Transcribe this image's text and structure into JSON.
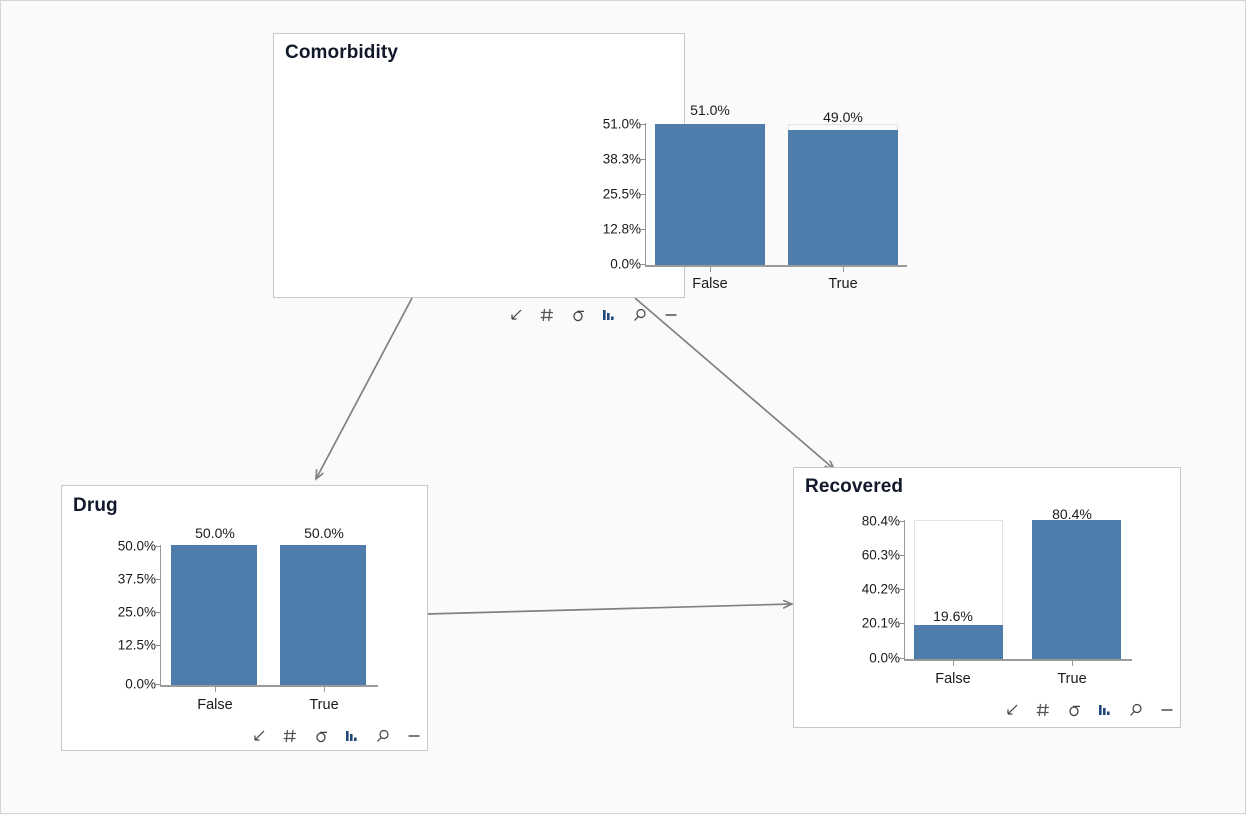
{
  "page": {
    "background": "#fafafa",
    "border_color": "#d4d4d4",
    "bar_color": "#4e7cab",
    "axis_color": "#9a9a9a",
    "edge_color": "#808080",
    "title_color": "#11192b"
  },
  "toolbar": {
    "buttons": [
      {
        "name": "collapse-icon",
        "label": "Collapse"
      },
      {
        "name": "grid-icon",
        "label": "Grid"
      },
      {
        "name": "sigma-icon",
        "label": "Sigma"
      },
      {
        "name": "bar-chart-icon",
        "label": "Bar chart"
      },
      {
        "name": "magnifier-icon",
        "label": "Zoom"
      },
      {
        "name": "minimize-icon",
        "label": "Minimize"
      }
    ]
  },
  "nodes": [
    {
      "id": "comorbidity",
      "title": "Comorbidity",
      "chart_data": {
        "type": "bar",
        "title": "Comorbidity",
        "categories": [
          "False",
          "True"
        ],
        "values": [
          51.0,
          49.0
        ],
        "value_labels": [
          "51.0%",
          "49.0%"
        ],
        "ytick_labels": [
          "51.0%",
          "38.3%",
          "25.5%",
          "12.8%",
          "0.0%"
        ],
        "ytick_values": [
          51.0,
          38.3,
          25.5,
          12.8,
          0.0
        ],
        "ylim": [
          0,
          51.0
        ],
        "xlabel": "",
        "ylabel": "",
        "grid": false,
        "legend": false
      }
    },
    {
      "id": "drug",
      "title": "Drug",
      "chart_data": {
        "type": "bar",
        "title": "Drug",
        "categories": [
          "False",
          "True"
        ],
        "values": [
          50.0,
          50.0
        ],
        "value_labels": [
          "50.0%",
          "50.0%"
        ],
        "ytick_labels": [
          "50.0%",
          "37.5%",
          "25.0%",
          "12.5%",
          "0.0%"
        ],
        "ytick_values": [
          50.0,
          37.5,
          25.0,
          12.5,
          0.0
        ],
        "ylim": [
          0,
          50.0
        ],
        "xlabel": "",
        "ylabel": "",
        "grid": false,
        "legend": false
      }
    },
    {
      "id": "recovered",
      "title": "Recovered",
      "chart_data": {
        "type": "bar",
        "title": "Recovered",
        "categories": [
          "False",
          "True"
        ],
        "values": [
          19.6,
          80.4
        ],
        "value_labels": [
          "19.6%",
          "80.4%"
        ],
        "ytick_labels": [
          "80.4%",
          "60.3%",
          "40.2%",
          "20.1%",
          "0.0%"
        ],
        "ytick_values": [
          80.4,
          60.3,
          40.2,
          20.1,
          0.0
        ],
        "ylim": [
          0,
          80.4
        ],
        "xlabel": "",
        "ylabel": "",
        "grid": false,
        "legend": false
      }
    }
  ],
  "edges": [
    {
      "from": "comorbidity",
      "to": "drug"
    },
    {
      "from": "comorbidity",
      "to": "recovered"
    },
    {
      "from": "drug",
      "to": "recovered"
    }
  ]
}
